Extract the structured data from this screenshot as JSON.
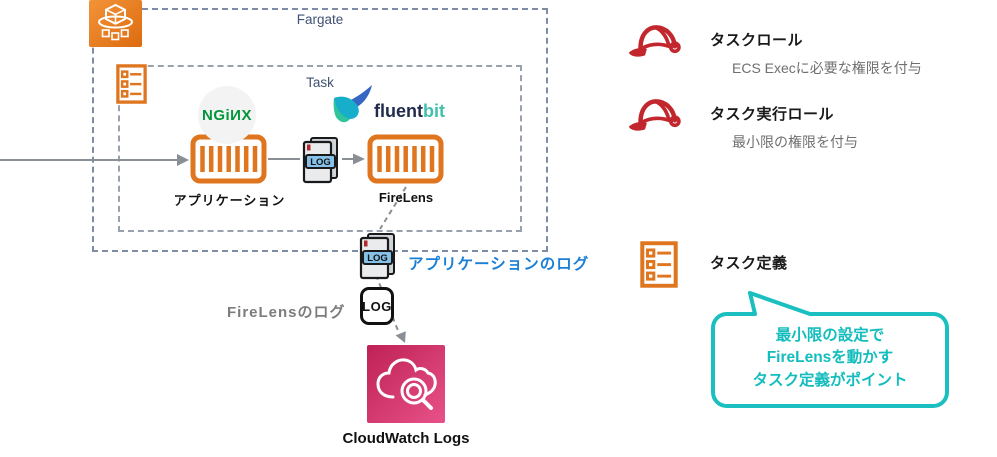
{
  "diagram": {
    "fargate_box_label": "Fargate",
    "task_box_label": "Task",
    "nginx_text": "NGiИX",
    "fluent_text": "fluent",
    "bit_text": "bit",
    "app_label": "アプリケーション",
    "firelens_label": "FireLens",
    "log_text": "LOG",
    "app_log_caption": "アプリケーションのログ",
    "firelens_log_caption": "FireLensのログ",
    "cloudwatch_label": "CloudWatch Logs"
  },
  "legend": {
    "task_role_title": "タスクロール",
    "task_role_desc": "ECS Execに必要な権限を付与",
    "task_exec_role_title": "タスク実行ロール",
    "task_exec_role_desc": "最小限の権限を付与",
    "task_definition_title": "タスク定義",
    "callout_line1": "最小限の設定で",
    "callout_line2": "FireLensを動かす",
    "callout_line3": "タスク定義がポイント"
  },
  "icons": {
    "fargate_icon": "orange square, white cube over orbit ring with mini cubes",
    "task_definition_icon": "orange checklist rectangle",
    "container_icon": "orange rounded rectangle with vertical stripes",
    "log_file_icon": "gray stacked document with blue LOG badge",
    "log_plain_icon": "black rounded square with LOG text",
    "cloudwatch_icon": "pink gradient square, white cloud with magnifier",
    "iam_role_icon": "red hard hat",
    "nginx_logo": "green wordmark in light gray circle",
    "fluentbit_logo": "teal-blue hummingbird with wordmark"
  },
  "colors": {
    "aws_orange": "#E0751F",
    "fargate_gradient_start": "#F29338",
    "fargate_gradient_end": "#DD6B10",
    "cloudwatch_gradient_start": "#BE2155",
    "cloudwatch_gradient_end": "#E85288",
    "iam_red": "#C2272D",
    "callout_teal": "#1BBFBF",
    "blue_caption": "#1B7FD6",
    "gray_caption": "#7C7C7C",
    "outer_box_border": "#7E8CA8",
    "inner_box_border": "#99A1AE",
    "box_label_color": "#3F5272",
    "nginx_green": "#009639",
    "fluent_navy": "#1F2A4D",
    "fluent_teal": "#41BFA9",
    "connector_gray": "#8A8F95",
    "log_badge_blue": "#85C1E9"
  }
}
